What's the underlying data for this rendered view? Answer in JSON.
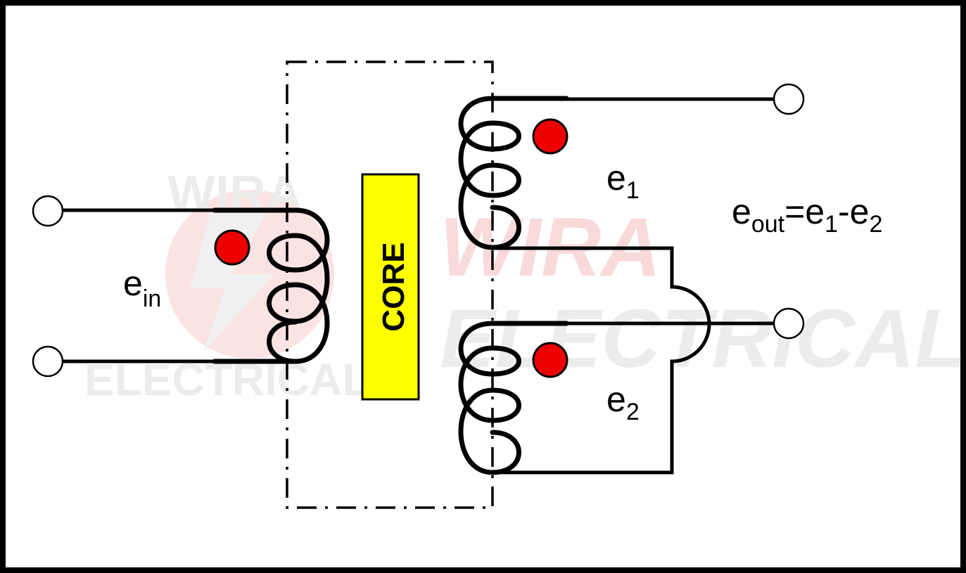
{
  "diagram": {
    "watermark": {
      "line1": "WIRA",
      "line2": "ELECTRICAL",
      "big_line1": "WIRA",
      "big_line2": "ELECTRICAL"
    },
    "core_label": "CORE",
    "labels": {
      "e_in": {
        "base": "e",
        "sub": "in"
      },
      "e1": {
        "base": "e",
        "sub": "1"
      },
      "e2": {
        "base": "e",
        "sub": "2"
      },
      "e_out": {
        "base": "e",
        "sub": "out",
        "eq": "=e",
        "sub1": "1",
        "minus": "-e",
        "sub2": "2"
      }
    },
    "colors": {
      "border": "#000000",
      "core_fill": "#ffff00",
      "polarity_dot": "#ee0000",
      "watermark_gray": "#e6e6e6",
      "watermark_red": "#f8dcdc"
    }
  }
}
